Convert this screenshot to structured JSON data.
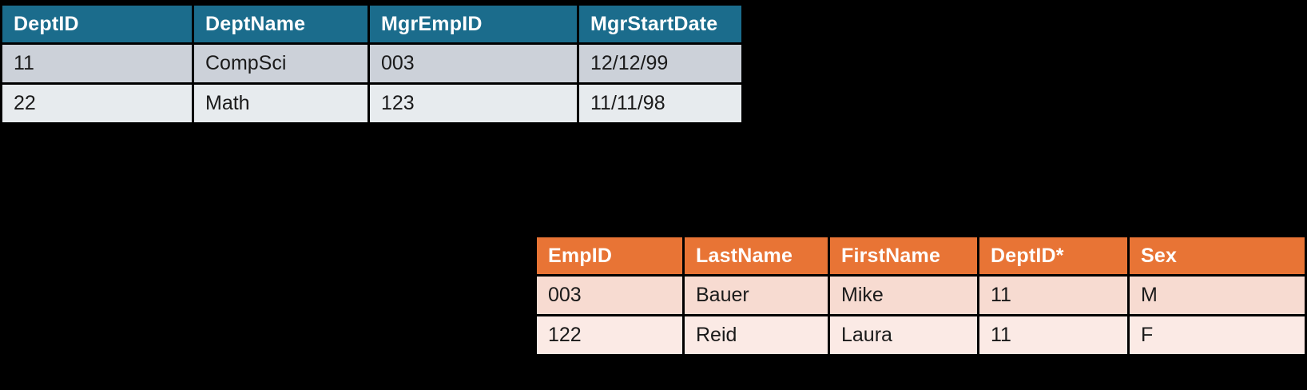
{
  "theme": {
    "background": "#000000",
    "dept_header_color": "#1b6c8c",
    "dept_row_odd_color": "#ccd1d9",
    "dept_row_even_color": "#e7ebee",
    "emp_header_color": "#e87435",
    "emp_row_odd_color": "#f7dbd1",
    "emp_row_even_color": "#fbeae5",
    "header_text_color": "#ffffff",
    "cell_text_color": "#1a1a1a"
  },
  "tables": {
    "department": {
      "name": "department-table",
      "columns": [
        "DeptID",
        "DeptName",
        "MgrEmpID",
        "MgrStartDate"
      ],
      "rows": [
        [
          "11",
          "CompSci",
          "003",
          "12/12/99"
        ],
        [
          "22",
          "Math",
          "123",
          "11/11/98"
        ]
      ]
    },
    "employee": {
      "name": "employee-table",
      "columns": [
        "EmpID",
        "LastName",
        "FirstName",
        "DeptID*",
        "Sex"
      ],
      "rows": [
        [
          "003",
          "Bauer",
          "Mike",
          "11",
          "M"
        ],
        [
          "122",
          "Reid",
          "Laura",
          "11",
          "F"
        ]
      ]
    }
  }
}
